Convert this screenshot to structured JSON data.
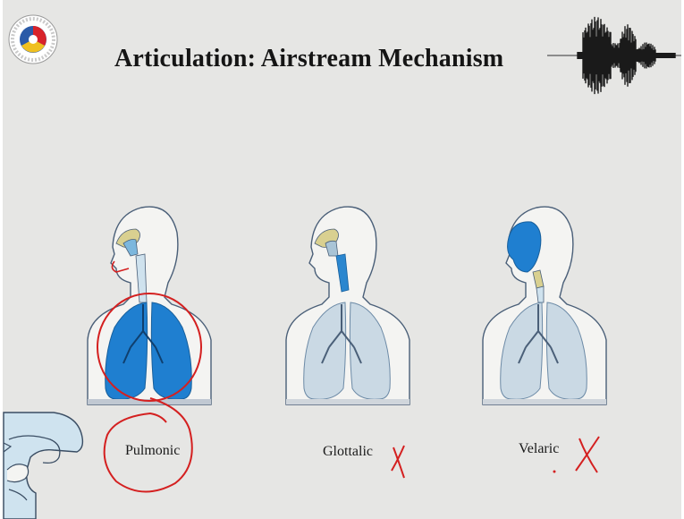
{
  "slide": {
    "title": "Articulation: Airstream Mechanism"
  },
  "mechanisms": [
    {
      "label": "Pulmonic"
    },
    {
      "label": "Glottalic"
    },
    {
      "label": "Velaric"
    }
  ],
  "icons": {
    "logo": "institute-logo-icon",
    "waveform": "audio-waveform-icon",
    "vocal_tract": "vocal-tract-icon"
  },
  "colors": {
    "background": "#e6e6e4",
    "outline": "#4a5f78",
    "active_blue": "#1f7fd0",
    "faded_blue": "#a9c4d6",
    "annotation_red": "#d42020",
    "logo_red": "#d8232a",
    "logo_blue": "#2a5aa8",
    "logo_yellow": "#f0c020"
  }
}
